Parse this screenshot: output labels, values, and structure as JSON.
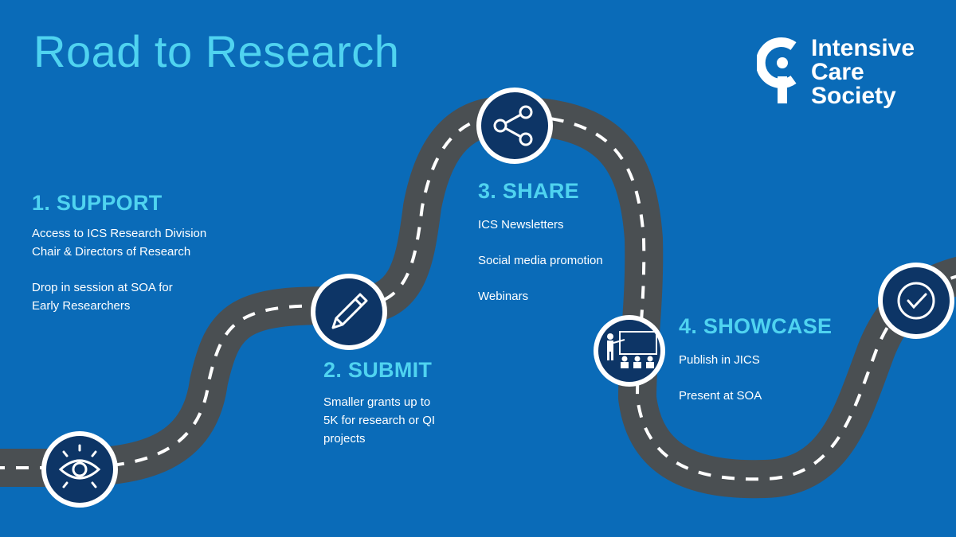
{
  "title": "Road to Research",
  "logo": {
    "lines": [
      "Intensive",
      "Care",
      "Society"
    ]
  },
  "steps": [
    {
      "heading": "1. SUPPORT",
      "items": [
        "Access to ICS Research Division",
        "Chair & Directors of Research",
        "Drop in session at SOA for",
        "Early Researchers"
      ]
    },
    {
      "heading": "2. SUBMIT",
      "items": [
        "Smaller grants up to",
        "5K for research or QI",
        "projects"
      ]
    },
    {
      "heading": "3. SHARE",
      "items": [
        "ICS Newsletters",
        "Social media promotion",
        "Webinars"
      ]
    },
    {
      "heading": "4. SHOWCASE",
      "items": [
        "Publish in JICS",
        "Present at SOA"
      ]
    }
  ],
  "milestone_icons": [
    "eye-icon",
    "pencil-icon",
    "share-icon",
    "presentation-icon",
    "checkmark-icon"
  ],
  "colors": {
    "background": "#0a6bb8",
    "road": "#4a4f52",
    "road_marking": "#ffffff",
    "accent": "#4fd3f0",
    "milestone_fill": "#0d3566",
    "milestone_ring": "#ffffff"
  }
}
